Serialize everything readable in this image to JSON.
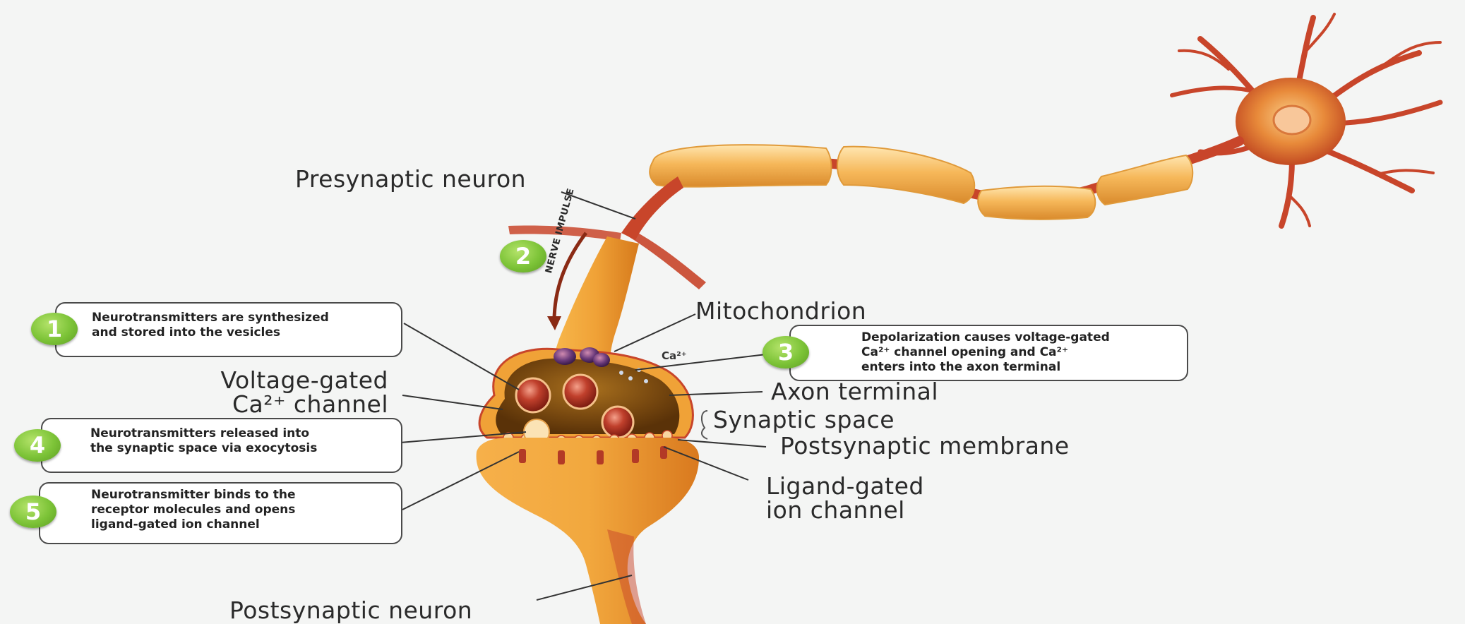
{
  "labels": {
    "presynaptic_neuron": "Presynaptic neuron",
    "nerve_impulse": "NERVE IMPULSE",
    "mitochondrion": "Mitochondrion",
    "voltage_gated_line1": "Voltage-gated",
    "voltage_gated_line2": "Ca²⁺ channel",
    "ca_small": "Ca²⁺",
    "axon_terminal": "Axon terminal",
    "synaptic_space": "Synaptic space",
    "postsynaptic_membrane": "Postsynaptic membrane",
    "ligand_gated_line1": "Ligand-gated",
    "ligand_gated_line2": "ion channel",
    "postsynaptic_neuron": "Postsynaptic neuron"
  },
  "steps": [
    {
      "number": "1",
      "line1": "Neurotransmitters are synthesized",
      "line2": "and stored into the vesicles",
      "line3": ""
    },
    {
      "number": "2"
    },
    {
      "number": "3",
      "line1": "Depolarization causes voltage-gated",
      "line2": "Ca²⁺ channel opening and Ca²⁺",
      "line3": "enters into the axon terminal"
    },
    {
      "number": "4",
      "line1": "Neurotransmitters released into",
      "line2": "the synaptic space via exocytosis",
      "line3": ""
    },
    {
      "number": "5",
      "line1": "Neurotransmitter binds to the",
      "line2": "receptor molecules and opens",
      "line3": "ligand-gated ion channel"
    }
  ],
  "colors": {
    "axon_orange": "#f0a237",
    "myelin": "#f6b85a",
    "dendrite_red": "#c8452a",
    "vesicle": "#9c2a1e",
    "badge_green": "#7cc337",
    "leader_line": "#333333"
  }
}
